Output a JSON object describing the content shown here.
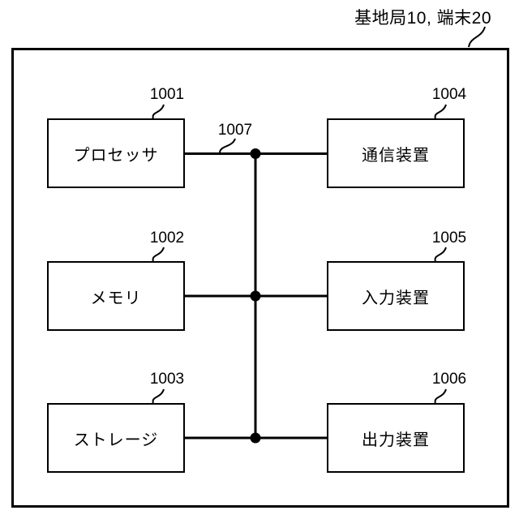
{
  "figure": {
    "caption": "基地局10, 端末20"
  },
  "blocks": {
    "left": [
      {
        "ref": "1001",
        "label": "プロセッサ"
      },
      {
        "ref": "1002",
        "label": "メモリ"
      },
      {
        "ref": "1003",
        "label": "ストレージ"
      }
    ],
    "right": [
      {
        "ref": "1004",
        "label": "通信装置"
      },
      {
        "ref": "1005",
        "label": "入力装置"
      },
      {
        "ref": "1006",
        "label": "出力装置"
      }
    ]
  },
  "bus": {
    "ref": "1007"
  },
  "colors": {
    "line": "#000000",
    "background": "#ffffff"
  }
}
